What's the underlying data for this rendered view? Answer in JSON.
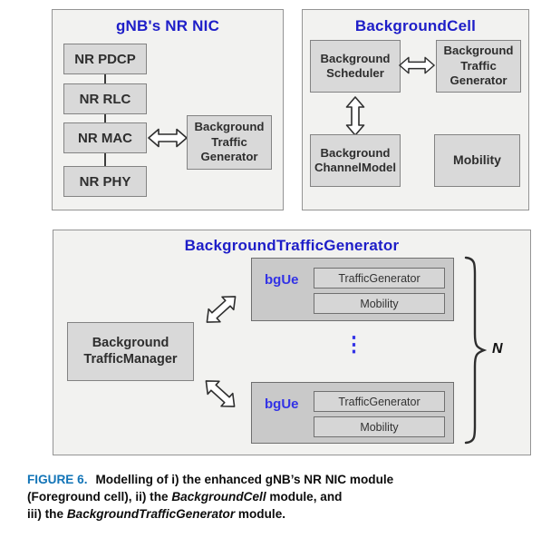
{
  "colors": {
    "title_blue": "#1e1ec8",
    "bgue_blue": "#3232e6",
    "caption_blue": "#1274b7",
    "panel_bg": "#f2f2f0",
    "panel_border": "#949494",
    "box_bg": "#d9d9d9",
    "box_border": "#838383",
    "bgue_bg": "#c9c9c9",
    "inner_bg": "#d6d6d6",
    "text_dark": "#2e2e2e"
  },
  "panel_gnb": {
    "title": "gNB's NR NIC",
    "layers": [
      "NR PDCP",
      "NR RLC",
      "NR MAC",
      "NR PHY"
    ],
    "side_box": "Background\nTraffic\nGenerator"
  },
  "panel_bgcell": {
    "title": "BackgroundCell",
    "scheduler": "Background\nScheduler",
    "traffic_generator": "Background\nTraffic\nGenerator",
    "channel_model": "Background\nChannelModel",
    "mobility": "Mobility"
  },
  "panel_bgtg": {
    "title": "BackgroundTrafficGenerator",
    "manager": "Background\nTrafficManager",
    "bgue_label": "bgUe",
    "bgue_children": [
      "TrafficGenerator",
      "Mobility"
    ],
    "ellipsis": "⋮",
    "count_label": "N"
  },
  "caption": {
    "figure_label": "FIGURE 6.",
    "line1": "Modelling of i) the enhanced gNB’s NR NIC module",
    "line2_pre": "(Foreground cell), ii) the ",
    "line2_em": "BackgroundCell",
    "line2_post": " module, and",
    "line3_pre": "iii) the ",
    "line3_em": "BackgroundTrafficGenerator",
    "line3_post": " module."
  }
}
